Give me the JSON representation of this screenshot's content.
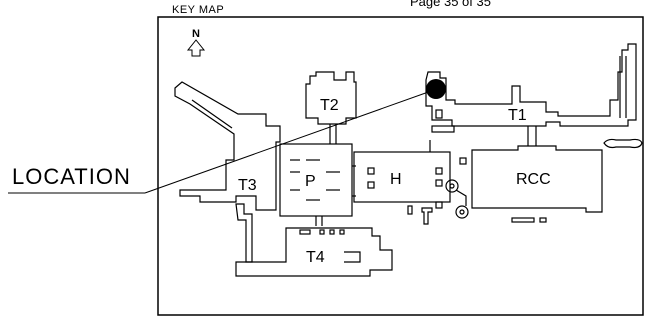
{
  "header": {
    "title": "KEY MAP",
    "page_indicator": "Page 35 of 35"
  },
  "map": {
    "north_label": "N",
    "callout_label": "LOCATION",
    "buildings": {
      "t1": "T1",
      "t2": "T2",
      "t3": "T3",
      "t4": "T4",
      "p": "P",
      "h": "H",
      "rcc": "RCC"
    }
  },
  "colors": {
    "ink": "#000000",
    "paper": "#ffffff"
  }
}
